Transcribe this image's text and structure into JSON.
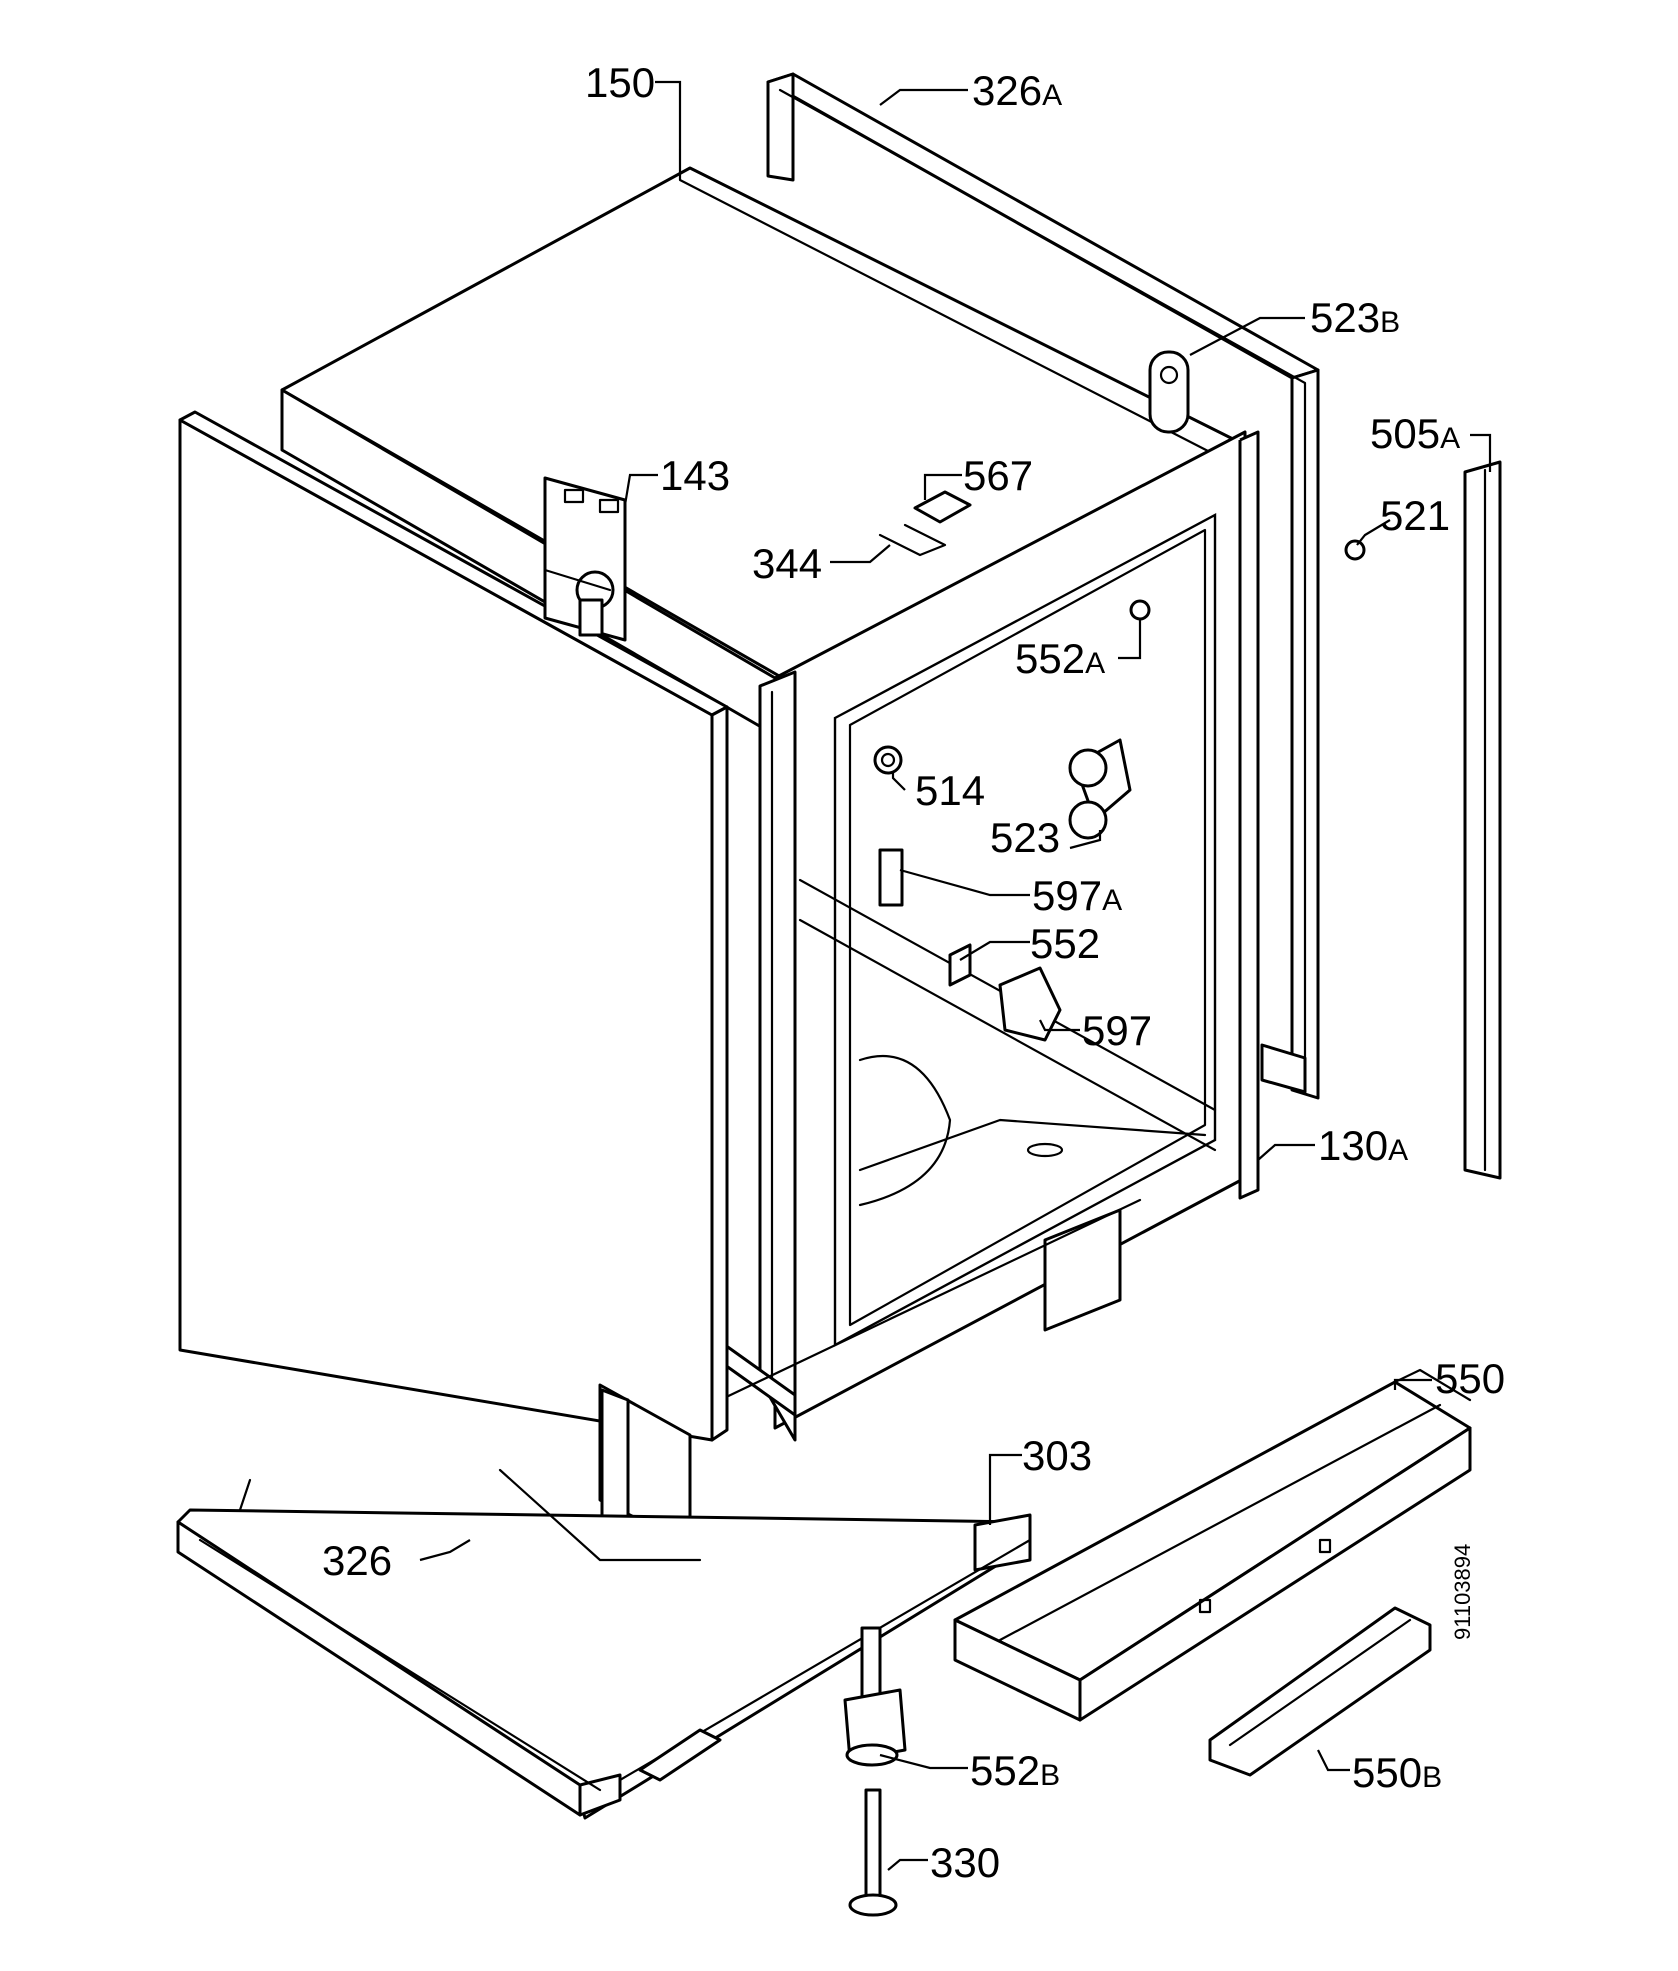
{
  "drawing_code": "91103894",
  "parts": [
    {
      "id": "150",
      "main": "150",
      "suffix": ""
    },
    {
      "id": "326A",
      "main": "326",
      "suffix": "A"
    },
    {
      "id": "523B",
      "main": "523",
      "suffix": "B"
    },
    {
      "id": "505A",
      "main": "505",
      "suffix": "A"
    },
    {
      "id": "521",
      "main": "521",
      "suffix": ""
    },
    {
      "id": "143",
      "main": "143",
      "suffix": ""
    },
    {
      "id": "567",
      "main": "567",
      "suffix": ""
    },
    {
      "id": "344",
      "main": "344",
      "suffix": ""
    },
    {
      "id": "552A",
      "main": "552",
      "suffix": "A"
    },
    {
      "id": "514",
      "main": "514",
      "suffix": ""
    },
    {
      "id": "523",
      "main": "523",
      "suffix": ""
    },
    {
      "id": "597A",
      "main": "597",
      "suffix": "A"
    },
    {
      "id": "552",
      "main": "552",
      "suffix": ""
    },
    {
      "id": "597",
      "main": "597",
      "suffix": ""
    },
    {
      "id": "130A",
      "main": "130",
      "suffix": "A"
    },
    {
      "id": "550",
      "main": "550",
      "suffix": ""
    },
    {
      "id": "303",
      "main": "303",
      "suffix": ""
    },
    {
      "id": "326",
      "main": "326",
      "suffix": ""
    },
    {
      "id": "552B",
      "main": "552",
      "suffix": "B"
    },
    {
      "id": "550B",
      "main": "550",
      "suffix": "B"
    },
    {
      "id": "330",
      "main": "330",
      "suffix": ""
    }
  ]
}
